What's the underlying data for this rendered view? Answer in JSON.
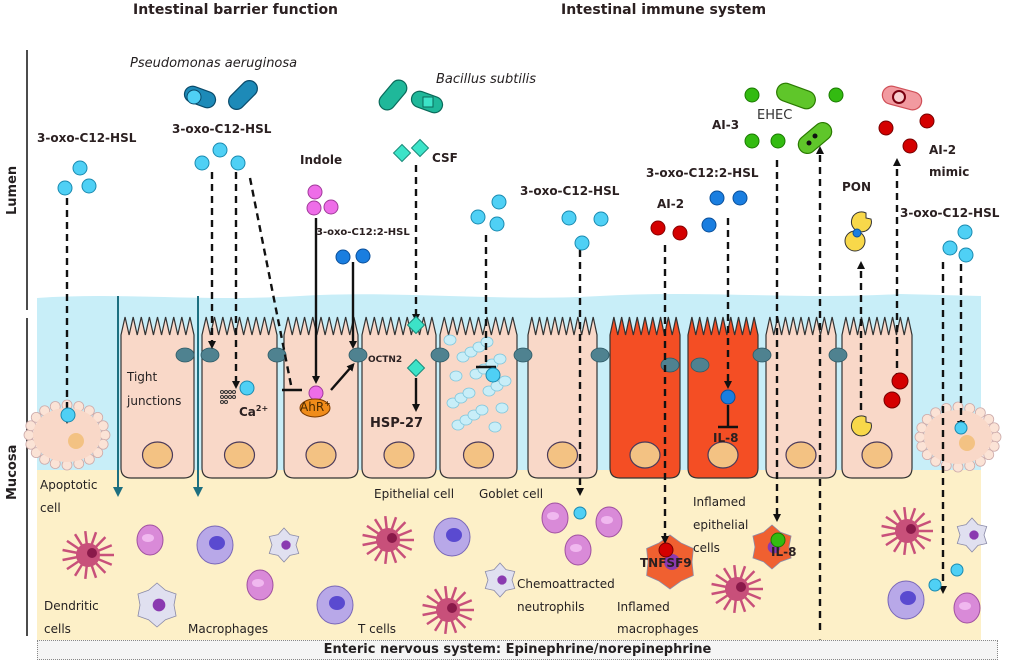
{
  "headings": {
    "barrier": "Intestinal barrier function",
    "immune": "Intestinal immune system"
  },
  "regions": {
    "lumen": "Lumen",
    "mucosa": "Mucosa"
  },
  "bacteria": {
    "pseudomonas": "Pseudomonas aeruginosa",
    "bacillus": "Bacillus subtilis",
    "ehec": "EHEC"
  },
  "molecules": {
    "hsl_left": "3-oxo-C12-HSL",
    "hsl_pseudomonas": "3-oxo-C12-HSL",
    "indole": "Indole",
    "hsl_c12_2_small": "3-oxo-C12:2-HSL",
    "csf": "CSF",
    "hsl_goblet": "3-oxo-C12-HSL",
    "hsl_c12_2_right": "3-oxo-C12:2-HSL",
    "ai2": "AI-2",
    "ai3": "AI-3",
    "pon": "PON",
    "ai2_mimic_line1": "AI-2",
    "ai2_mimic_line2": "mimic",
    "hsl_right": "3-oxo-C12-HSL"
  },
  "cell_labels": {
    "tight_junctions_1": "Tight",
    "tight_junctions_2": "junctions",
    "calcium": "Ca",
    "calcium_sup": "2+",
    "ahr": "AhR",
    "ahr_sup": "+",
    "octn2": "OCTN2",
    "hsp27": "HSP-27",
    "il8_inner": "IL-8",
    "apoptotic_1": "Apoptotic",
    "apoptotic_2": "cell",
    "epithelial": "Epithelial cell",
    "goblet": "Goblet cell",
    "inflamed_epi_1": "Inflamed",
    "inflamed_epi_2": "epithelial",
    "inflamed_epi_3": "cells",
    "dendritic_1": "Dendritic",
    "dendritic_2": "cells",
    "macrophages": "Macrophages",
    "tcells": "T cells",
    "neutrophils_1": "Chemoattracted",
    "neutrophils_2": "neutrophils",
    "tnfsf9": "TNFSF9",
    "inflamed_mac_1": "Inflamed",
    "inflamed_mac_2": "macrophages",
    "il8_mac": "IL-8"
  },
  "footer": {
    "ens": "Enteric nervous system: Epinephrine/norepinephrine"
  },
  "colors": {
    "hsl": "#4fd0f5",
    "hsl_dark": "#1a7ee0",
    "indole": "#ee6de8",
    "csf": "#3ce3c8",
    "ai2": "#d40000",
    "ai3": "#33bb11",
    "pon": "#f8d84a",
    "lumen_mucus": "#c8eef8",
    "lamina": "#fdf0c8",
    "cell_fill": "#f9d8c8",
    "inflamed": "#f44e24",
    "nucleus": "#f3c283",
    "junction": "#4f8290"
  }
}
